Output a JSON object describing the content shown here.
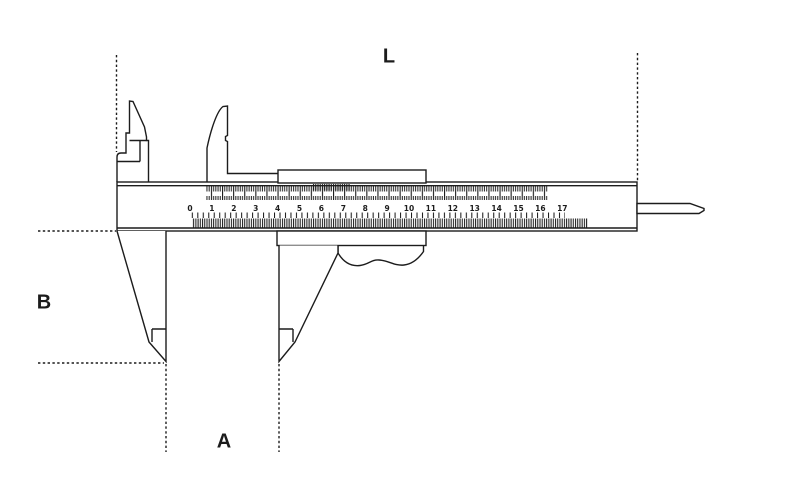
{
  "figure": {
    "type": "technical-diagram",
    "subject": "vernier caliper with dimension reference lines",
    "background_color": "#ffffff",
    "line_color": "#1c1c1c"
  },
  "dimension_labels": {
    "length": "L",
    "jaw_depth": "B",
    "jaw_opening": "A"
  },
  "main_scale": {
    "numbers": [
      "0",
      "1",
      "2",
      "3",
      "4",
      "5",
      "6",
      "7",
      "8",
      "9",
      "10",
      "11",
      "12",
      "13",
      "14",
      "15",
      "16",
      "17"
    ]
  }
}
